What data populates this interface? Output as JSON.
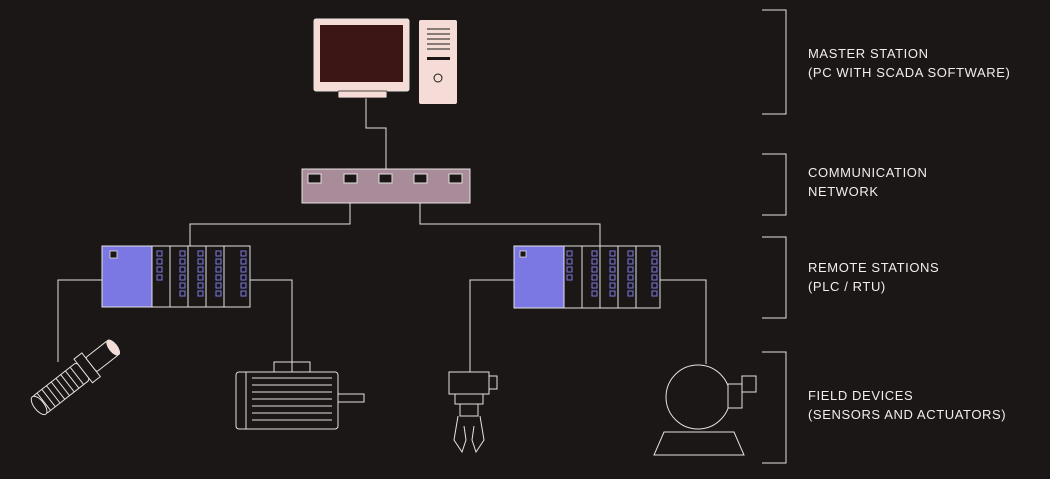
{
  "levels": [
    {
      "line1": "MASTER STATION",
      "line2": "(PC WITH SCADA SOFTWARE)"
    },
    {
      "line1": "COMMUNICATION",
      "line2": "NETWORK"
    },
    {
      "line1": "REMOTE STATIONS",
      "line2": "(PLC / RTU)"
    },
    {
      "line1": "FIELD DEVICES",
      "line2": "(SENSORS AND ACTUATORS)"
    }
  ],
  "colors": {
    "background": "#1b1716",
    "line": "#e6e2e0",
    "pc": "#f6dcd6",
    "screen": "#3c1614",
    "switch": "#a88c9a",
    "plc_cpu": "#7b78e4",
    "plc_led": "#7b78e4"
  }
}
